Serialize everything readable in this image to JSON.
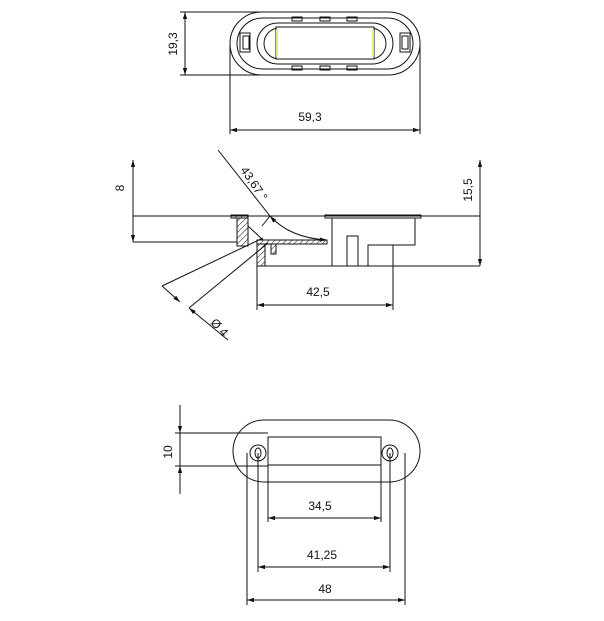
{
  "top_view": {
    "height_dim": "19,3",
    "width_dim": "59,3"
  },
  "side_view": {
    "depth_dim": "8",
    "total_depth_dim": "15,5",
    "angle_dim": "43,67 °",
    "body_length_dim": "42,5",
    "cable_dia_dim": "Ø 4"
  },
  "bottom_view": {
    "hole_height_dim": "10",
    "window_width_dim": "34,5",
    "hole_spacing_dim": "41,25",
    "base_width_dim": "48"
  },
  "colors": {
    "line": "#111111",
    "lens_edge": "#e8e87a"
  }
}
